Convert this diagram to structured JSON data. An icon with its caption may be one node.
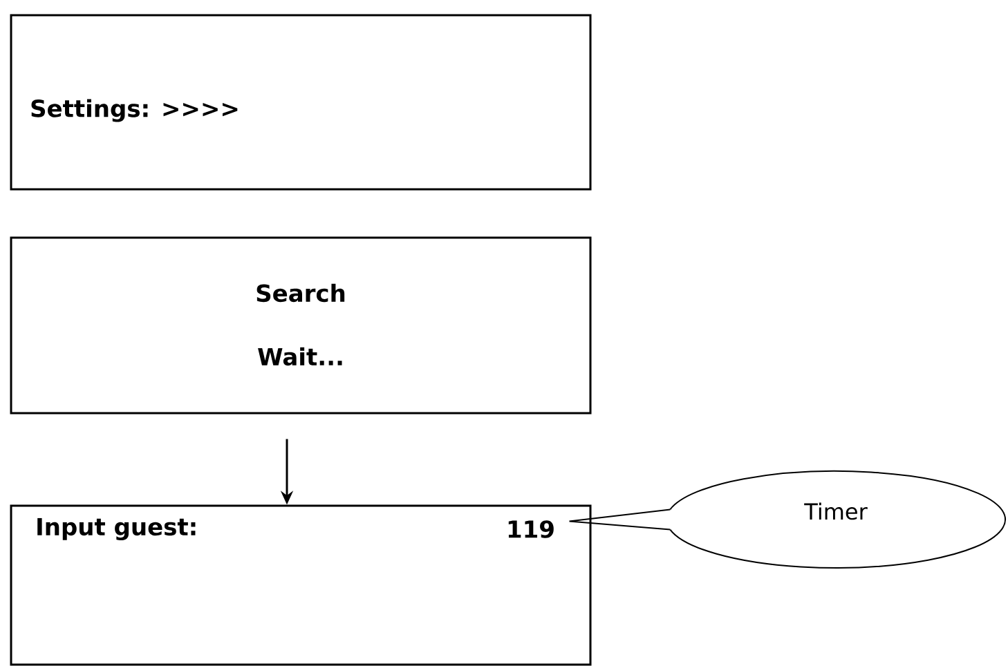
{
  "diagram": {
    "nodes": [
      {
        "text": [
          "Settings: >>>>"
        ]
      },
      {
        "text": [
          "Search",
          "Wait..."
        ]
      },
      {
        "text": [
          "Input guest:",
          "119"
        ]
      },
      {
        "text": [
          "Timer"
        ]
      }
    ],
    "edges": [
      {
        "from": 1,
        "to": 2,
        "arrow": "to"
      },
      {
        "from": 3,
        "to": 2,
        "arrow": "none"
      }
    ]
  }
}
